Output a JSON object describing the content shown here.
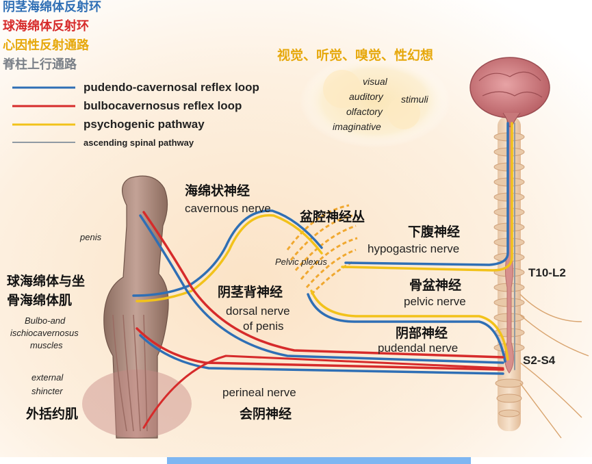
{
  "colors": {
    "blue": "#2f6fb5",
    "red": "#d62b2b",
    "yellow": "#f2c21a",
    "gray": "#8f9aa3",
    "footer": "#7eb6f2"
  },
  "legend": {
    "zh_pudendo": "阴茎海绵体反射环",
    "zh_bulbo": "球海绵体反射环",
    "zh_psycho": "心因性反射通路",
    "zh_spinal": "脊柱上行通路",
    "en_pudendo": "pudendo-cavernosal reflex loop",
    "en_bulbo": "bulbocavernosus reflex loop",
    "en_psycho": "psychogenic pathway",
    "en_spinal": "ascending spinal pathway"
  },
  "stimuli": {
    "zh": "视觉、听觉、嗅觉、性幻想",
    "visual": "visual",
    "auditory": "auditory",
    "olfactory": "olfactory",
    "imaginative": "imaginative",
    "label": "stimuli"
  },
  "labels": {
    "cavernous_zh": "海绵状神经",
    "cavernous_en": "cavernous nerve",
    "plexus_zh": "盆腔神经丛",
    "plexus_en": "Pelvic plexus",
    "hypogastric_zh": "下腹神经",
    "hypogastric_en": "hypogastric nerve",
    "t10": "T10-L2",
    "pelvic_zh": "骨盆神经",
    "pelvic_en": "pelvic nerve",
    "dorsal_zh": "阴茎背神经",
    "dorsal_en1": "dorsal nerve",
    "dorsal_en2": "of penis",
    "pudendal_zh": "阴部神经",
    "pudendal_en": "pudendal nerve",
    "s2": "S2-S4",
    "penis": "penis",
    "bulbo_zh1": "球海绵体与坐",
    "bulbo_zh2": "骨海绵体肌",
    "bulbo_en1": "Bulbo-and",
    "bulbo_en2": "ischiocavernosus",
    "bulbo_en3": "muscles",
    "external": "external",
    "shincter": "shincter",
    "sphincter_zh": "外括约肌",
    "perineal_en": "perineal nerve",
    "perineal_zh": "会阴神经"
  }
}
